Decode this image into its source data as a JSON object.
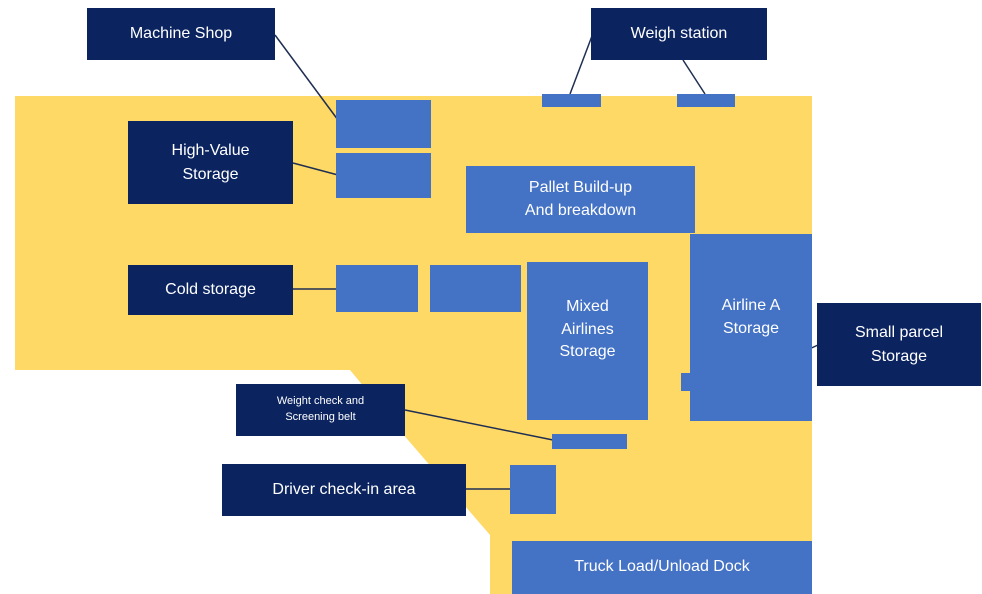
{
  "colors": {
    "floor": "#ffd966",
    "zone": "#4472c4",
    "callout": "#0b2460",
    "connector": "#1f2f52",
    "text": "#ffffff"
  },
  "callouts": {
    "machine_shop": "Machine Shop",
    "weigh_station": "Weigh station",
    "high_value_storage": "High-Value\nStorage",
    "cold_storage": "Cold storage",
    "small_parcel_storage": "Small parcel\nStorage",
    "weight_check": "Weight check and\nScreening belt",
    "driver_checkin": "Driver check-in area"
  },
  "zones": {
    "pallet_buildup": "Pallet Build-up\nAnd breakdown",
    "mixed_airlines": "Mixed\nAirlines\nStorage",
    "airline_a": "Airline A\nStorage",
    "truck_dock": "Truck Load/Unload Dock"
  }
}
